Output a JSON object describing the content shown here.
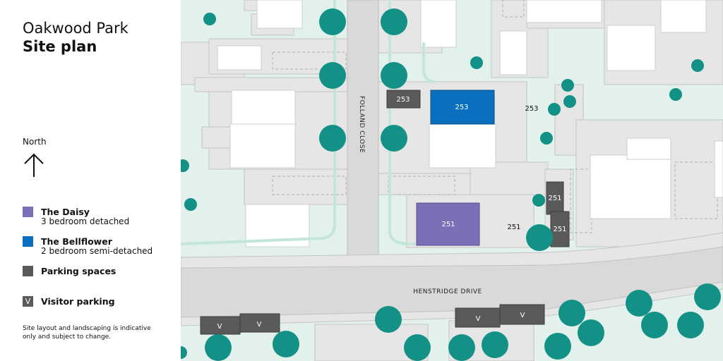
{
  "header": {
    "line1": "Oakwood Park",
    "line2": "Site plan"
  },
  "north": {
    "label": "North"
  },
  "legend": {
    "items": [
      {
        "name": "The Daisy",
        "sub": "3 bedroom detached",
        "color": "#7a70b8"
      },
      {
        "name": "The Bellflower",
        "sub": "2 bedroom semi-detached",
        "color": "#0a6fbe"
      },
      {
        "name": "Parking spaces",
        "sub": "",
        "color": "#5a5a5a"
      },
      {
        "name": "Visitor parking",
        "sub": "",
        "symbol": "V",
        "color": "#5a5a5a"
      }
    ],
    "note": "Site layout and landscaping is indicative only and subject to change."
  },
  "map": {
    "roads": {
      "vertical": "FOLLAND CLOSE",
      "horizontal": "HENSTRIDGE DRIVE"
    },
    "plots": {
      "p253_parking": "253",
      "p253_house": "253",
      "p253_garden": "253",
      "p251_house": "251",
      "p251_garden": "251",
      "p251_parking_a": "251",
      "p251_parking_b": "251"
    },
    "visitor": [
      "V",
      "V",
      "V",
      "V"
    ],
    "colors": {
      "ground": "#e2f1ec",
      "road": "#d9d9d9",
      "paving": "#e6e6e6",
      "tree": "#139187",
      "daisy": "#7a70b8",
      "bellflower": "#0a6fbe",
      "parking": "#5a5a5a"
    }
  }
}
